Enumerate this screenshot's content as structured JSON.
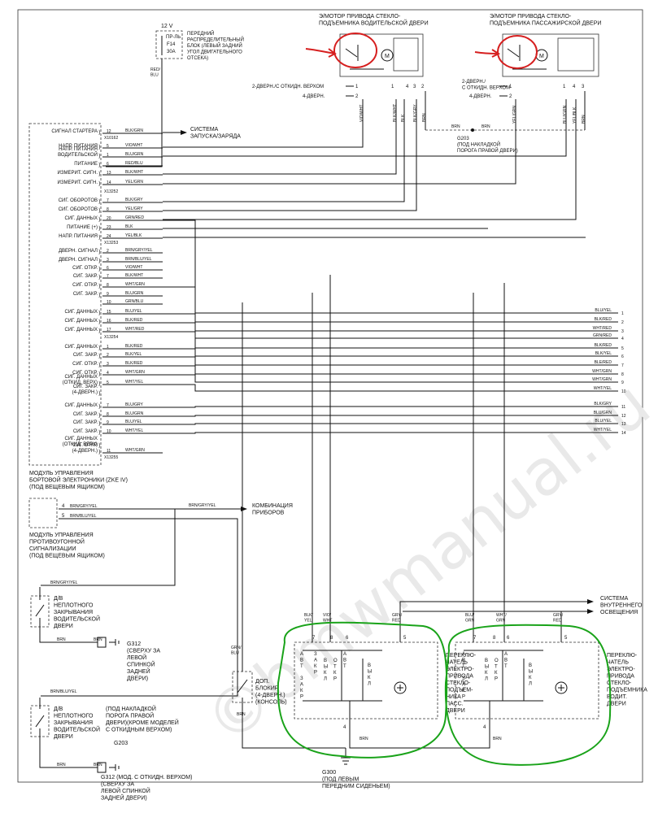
{
  "power": {
    "v12": "12 V",
    "fuse_pr": "ПР-ЛЬ",
    "fuse_id": "F14",
    "fuse_amp": "30A",
    "wire": "RED/\nBLU",
    "block": "ПЕРЕДНИЙ\nРАСПРЕДЕЛИТЕЛЬНЫЙ\nБЛОК (ЛЕВЫЙ ЗАДНИЙ\nУГОЛ ДВИГАТЕЛЬНОГО\nОТСЕКА)"
  },
  "motor_driver": {
    "title": "Э/МОТОР ПРИВОДА СТЕКЛО-\nПОДЪЕМНИКА ВОДИТЕЛЬСКОЙ ДВЕРИ",
    "label_2door": "2-ДВЕРН./С ОТКИДН. ВЕРХОМ",
    "label_4door": "4-ДВЕРН.",
    "pins": [
      "1",
      "2",
      "1",
      "4",
      "3",
      "2"
    ],
    "wires": [
      "VIO/WHT",
      "BLK/WHT",
      "BLK",
      "BLK/GRY",
      "BRN"
    ]
  },
  "motor_pass": {
    "title": "Э/МОТОР ПРИВОДА СТЕКЛО-\nПОДЪЕМНИКА ПАССАЖИРСКОЙ ДВЕРИ",
    "label_2door": "2-ДВЕРН./\nС ОТКИДН. ВЕРХОМ",
    "label_4door": "4-ДВЕРН.",
    "pins": [
      "1",
      "2",
      "1",
      "4",
      "3"
    ],
    "wires": [
      "YEL/GRN",
      "BLU/GRN",
      "YEL/BLK",
      "BRN"
    ]
  },
  "ground_g203": {
    "wire1": "BRN",
    "wire2": "BRN",
    "label": "G203\n(ПОД НАКЛАДКОЙ\nПОРОГА ПРАВОЙ ДВЕРИ)"
  },
  "zke": {
    "module_label": "МОДУЛЬ УПРАВЛЕНИЯ\nБОРТОВОЙ ЭЛЕКТРОНИКИ (ZKE IV)\n(ПОД ВЕЩЕВЫМ ЯЩИКОМ)",
    "connectors": [
      "X10162",
      "X13252",
      "X13253",
      "X13254",
      "X13255"
    ],
    "rows": [
      {
        "label": "СИГНАЛ СТАРТЕРА",
        "pin": "12",
        "wire": "BLK/GRN"
      },
      {
        "label": "НАПР. ПИТАНИЯ",
        "pin": "5",
        "wire": "VIO/WHT"
      },
      {
        "label": "НАПР. ПИТАНИЯ\nВОДИТЕЛЬСКОЙ",
        "pin": "1",
        "wire": "BLU/GRN"
      },
      {
        "label": "ПИТАНИЕ",
        "pin": "6",
        "wire": "RED/BLU"
      },
      {
        "label": "ИЗМЕРИТ. СИГН.",
        "pin": "13",
        "wire": "BLK/WHT"
      },
      {
        "label": "ИЗМЕРИТ. СИГН.",
        "pin": "14",
        "wire": "YEL/GRN"
      },
      {
        "label": "СИГ. ОБОРОТОВ",
        "pin": "7",
        "wire": "BLK/GRY"
      },
      {
        "label": "СИГ. ОБОРОТОВ",
        "pin": "8",
        "wire": "YEL/GRY"
      },
      {
        "label": "СИГ. ДАННЫХ",
        "pin": "20",
        "wire": "GRN/RED"
      },
      {
        "label": "ПИТАНИЕ (+)",
        "pin": "23",
        "wire": "BLK"
      },
      {
        "label": "НАПР. ПИТАНИЯ",
        "pin": "24",
        "wire": "YEL/BLK"
      },
      {
        "label": "ДВЕРН. СИГНАЛ",
        "pin": "2",
        "wire": "BRN/GRY/YEL"
      },
      {
        "label": "ДВЕРН. СИГНАЛ",
        "pin": "3",
        "wire": "BRN/BLU/YEL"
      },
      {
        "label": "СИГ. ОТКР.",
        "pin": "6",
        "wire": "VIO/WHT"
      },
      {
        "label": "СИГ. ЗАКР.",
        "pin": "7",
        "wire": "BLK/WHT"
      },
      {
        "label": "СИГ. ОТКР.",
        "pin": "8",
        "wire": "WHT/GRN"
      },
      {
        "label": "СИГ. ЗАКР.",
        "pin": "9",
        "wire": "BLU/GRN"
      },
      {
        "label": "",
        "pin": "10",
        "wire": "GRN/BLU"
      },
      {
        "label": "СИГ. ДАННЫХ",
        "pin": "15",
        "wire": "BLU/YEL"
      },
      {
        "label": "СИГ. ДАННЫХ",
        "pin": "16",
        "wire": "BLK/RED"
      },
      {
        "label": "СИГ. ДАННЫХ",
        "pin": "17",
        "wire": "WHT/RED"
      },
      {
        "label": "СИГ. ДАННЫХ",
        "pin": "1",
        "wire": "BLK/RED"
      },
      {
        "label": "СИГ. ЗАКР.",
        "pin": "2",
        "wire": "BLK/YEL"
      },
      {
        "label": "СИГ. ОТКР.",
        "pin": "3",
        "wire": "BLK/RED"
      },
      {
        "label": "СИГ. ОТКР.",
        "pin": "4",
        "wire": "WHT/GRN"
      },
      {
        "label": "СИГ. ДАННЫХ\n(ОТКИД. ВЕРХ)",
        "pin": "5",
        "wire": "WHT/YEL"
      },
      {
        "label": "СИГ. ЗАКР.\n(4-ДВЕРН.)",
        "pin": "",
        "wire": ""
      },
      {
        "label": "СИГ. ДАННЫХ",
        "pin": "7",
        "wire": "BLU/GRY"
      },
      {
        "label": "СИГ. ЗАКР.",
        "pin": "8",
        "wire": "BLU/GRN"
      },
      {
        "label": "СИГ. ЗАКР.",
        "pin": "9",
        "wire": "BLU/YEL"
      },
      {
        "label": "СИГ. ЗАКР.",
        "pin": "10",
        "wire": "WHT/YEL"
      },
      {
        "label": "СИГ. ДАННЫХ\n(ОТКИД. ВЕРХ)",
        "pin": "",
        "wire": ""
      },
      {
        "label": "СИГ. ОТКР.\n(4-ДВЕРН.)",
        "pin": "11",
        "wire": "WHT/GRN"
      }
    ]
  },
  "starter_target": "СИСТЕМА\nЗАПУСКА/ЗАРЯДА",
  "right_bus": [
    {
      "wire": "BLU/YEL",
      "num": "1"
    },
    {
      "wire": "BLK/RED",
      "num": "2"
    },
    {
      "wire": "WHT/RED",
      "num": "3"
    },
    {
      "wire": "GRN/RED",
      "num": "4"
    },
    {
      "wire": "BLK/RED",
      "num": "5"
    },
    {
      "wire": "BLK/YEL",
      "num": "6"
    },
    {
      "wire": "BLE/RED",
      "num": "7"
    },
    {
      "wire": "WHT/GRN",
      "num": "8"
    },
    {
      "wire": "WHT/GRN",
      "num": "9"
    },
    {
      "wire": "WHT/YEL",
      "num": "10"
    },
    {
      "wire": "BLK/GRY",
      "num": "11"
    },
    {
      "wire": "BLU/GRN",
      "num": "12"
    },
    {
      "wire": "BLU/YEL",
      "num": "13"
    },
    {
      "wire": "WHT/YEL",
      "num": "14"
    }
  ],
  "alarm": {
    "pin4_wire": "BRN/GRY/YEL",
    "pin5_wire": "BRN/BLU/YEL",
    "pins": [
      "4",
      "5"
    ],
    "label": "МОДУЛЬ УПРАВЛЕНИЯ\nПРОТИВОУГОННОЙ\nСИГНАЛИЗАЦИИ\n(ПОД ВЕЩЕВЫМ ЯЩИКОМ)",
    "cluster_wire": "BRN/GRY/YEL",
    "cluster": "КОМБИНАЦИЯ\nПРИБОРОВ"
  },
  "door_switch_driver": {
    "wire_top": "BRN/GRY/YEL",
    "label": "Д/В\nНЕПЛОТНОГО\nЗАКРЫВАНИЯ\nВОДИТЕЛЬСКОЙ\nДВЕРИ",
    "wire_bottom": "BRN",
    "wire_bottom2": "BRN",
    "ground": "G312\n(СВЕРХУ ЗА\nЛЕВОЙ\nСПИНКОЙ\nЗАДНЕЙ\nДВЕРИ)"
  },
  "door_switch_pass": {
    "wire_top": "BRN/BLU/YEL",
    "label": "Д/В\nНЕПЛОТНОГО\nЗАКРЫВАНИЯ\nВОДИТЕЛЬСКОЙ\nДВЕРИ",
    "note": "(ПОД НАКЛАДКОЙ\nПОРОГА ПРАВОЙ\nДВЕРИ)(КРОМЕ МОДЕЛЕЙ\nС ОТКИДНЫМ ВЕРХОМ)",
    "ground_name": "G203",
    "wire_bottom": "BRN",
    "wire_bottom2": "BRN",
    "ground": "G312 (МОД. С ОТКИДН. ВЕРХОМ)\n(СВЕРХУ ЗА\nЛЕВОЙ СПИНКОЙ\nЗАДНЕЙ ДВЕРИ)"
  },
  "interior": "СИСТЕМА\nВНУТРЕННЕГО\nОСВЕЩЕНИЯ",
  "aux_lock": {
    "wire_top": "GRN/\nBLU",
    "label": "ДОП.\nБЛОКИР.\n(4-ДВЕРН.)\n(КОНСОЛЬ)",
    "wire_bottom": "BRN"
  },
  "switch_pass": {
    "wires_top": [
      "BLK/\nYEL",
      "VIO/\nWHT",
      "GRY/\nRED"
    ],
    "pins_top": [
      "7",
      "8",
      "6",
      "5"
    ],
    "cols": [
      "А\nВ\nТ\n \nЗ\nА\nК\nР",
      "З\nА\nК\nР",
      "В\nЫ\nК\nЛ",
      "О\nТ\nК\nР",
      "А\nВ\nТ",
      "В\nЫ\nК\nЛ"
    ],
    "label": "ПЕРЕКЛЮ-\nЧАТЕЛЬ\nЭЛЕКТРО-\nПРИВОДА\nСТЕКЛО-\nПОДЪЕМ-\nНИКА\nПАСС.\nДВЕРИ",
    "pin_bottom": "4",
    "wire_bottom": "BRN"
  },
  "switch_driver": {
    "wires_top": [
      "BLU/\nGRN",
      "WHT/\nGRN",
      "GRY/\nRED"
    ],
    "pins_top": [
      "7",
      "8",
      "6",
      "5"
    ],
    "cols": [
      "А\nВ\nТ\n \nЗ\nА\nК\nР",
      "В\nЫ\nК\nЛ",
      "О\nТ\nК\nР",
      "А\nВ\nТ",
      "В\nЫ\nК\nЛ"
    ],
    "label": "ПЕРЕКЛЮ-\nЧАТЕЛЬ\nЭЛЕКТРО-\nПРИВОДА\nСТЕКЛО-\nПОДЪЕМНИКА\nВОДИТ.\nДВЕРИ",
    "pin_bottom": "4",
    "wire_bottom": "BRN"
  },
  "ground_g300": {
    "label": "G300\n(ПОД ЛЕВЫМ\nПЕРЕДНИМ СИДЕНЬЕМ)"
  },
  "watermark": "©bmwmanual.ru",
  "colors": {
    "ink": "#111111",
    "annotation_red": "#d61f1f",
    "annotation_green": "#1aa31a"
  }
}
